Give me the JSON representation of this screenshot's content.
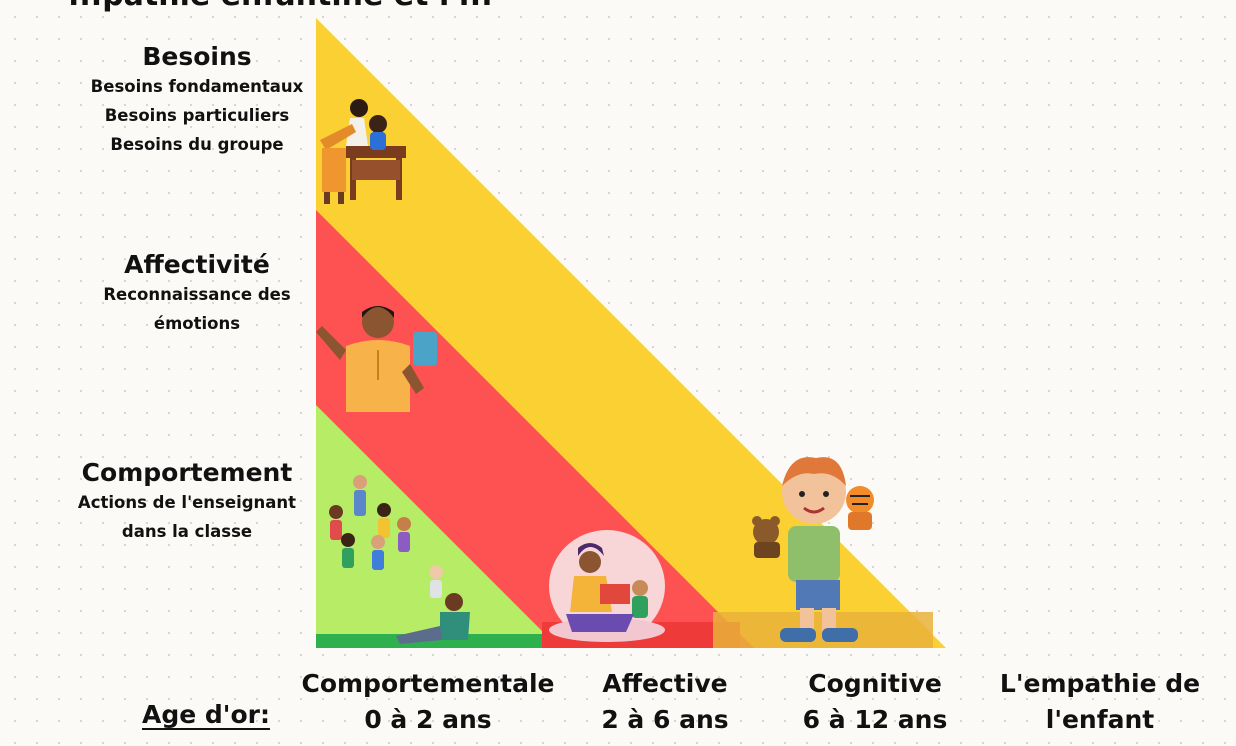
{
  "title_partial": "...pathie enfantine et l'...",
  "left_labels": {
    "besoins": {
      "title": "Besoins",
      "lines": [
        "Besoins fondamentaux",
        "Besoins particuliers",
        "Besoins du groupe"
      ]
    },
    "affectivite": {
      "title": "Affectivité",
      "lines": [
        "Reconnaissance des",
        "émotions"
      ]
    },
    "comportement": {
      "title": "Comportement",
      "lines": [
        "Actions de l'enseignant",
        "dans la classe"
      ]
    }
  },
  "bottom": {
    "age_label": "Age d'or:",
    "stages": [
      {
        "name": "Comportementale",
        "range": "0 à 2 ans"
      },
      {
        "name": "Affective",
        "range": "2 à 6 ans"
      },
      {
        "name": "Cognitive",
        "range": "6 à 12 ans"
      },
      {
        "name": "L'empathie de",
        "range": "l'enfant"
      }
    ]
  },
  "colors": {
    "yellow": "#fbd032",
    "red": "#fe5151",
    "green": "#b7ec66",
    "green_base": "#2fb04e",
    "red_base": "#ef3a3a",
    "yellow_base": "#e9b23a"
  }
}
